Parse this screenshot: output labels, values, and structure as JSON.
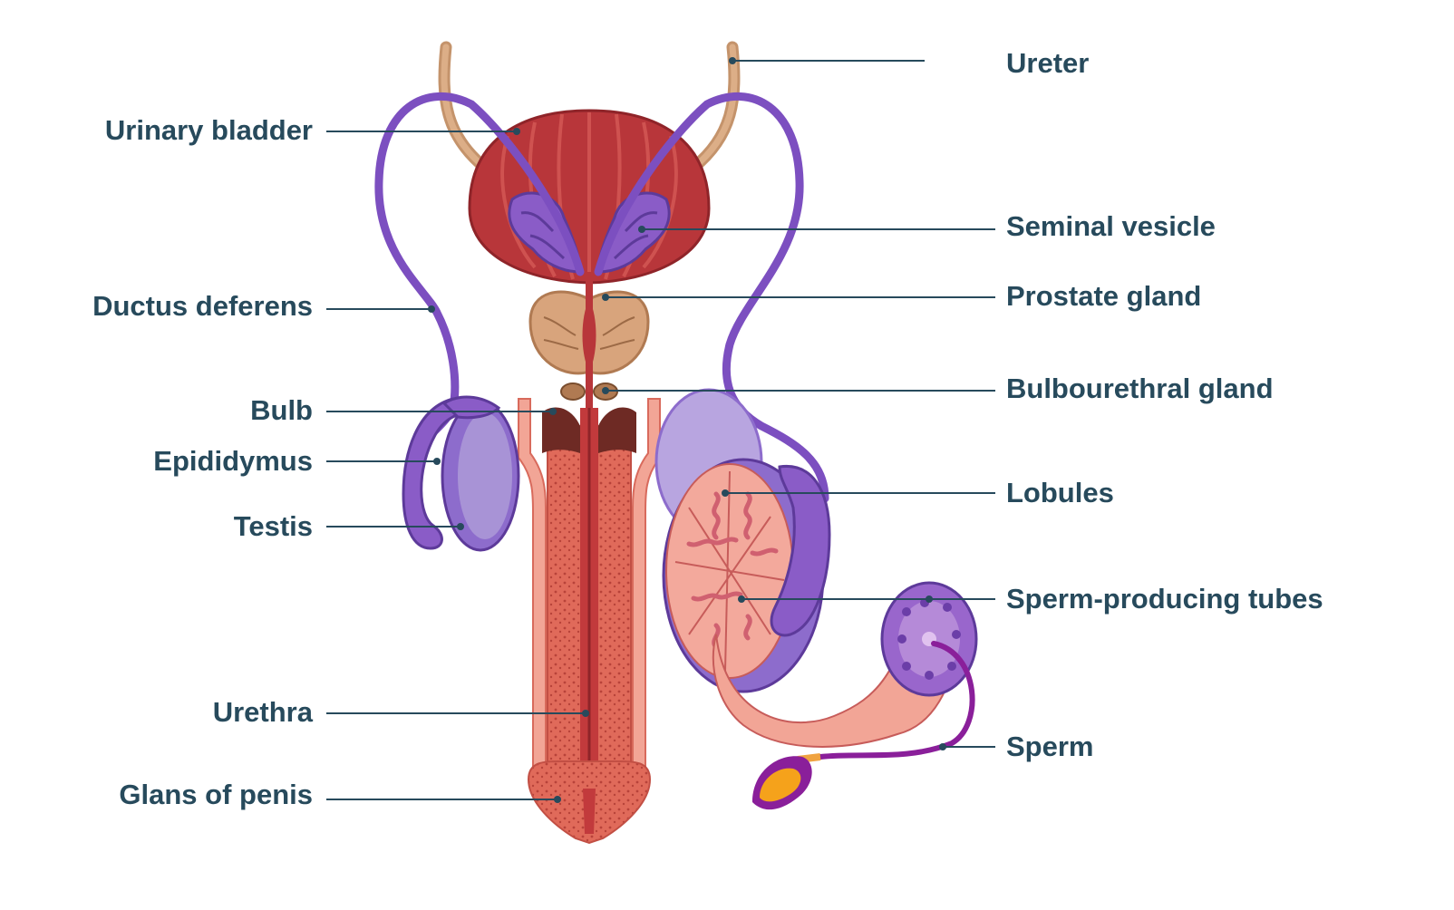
{
  "diagram": {
    "labels_left": {
      "urinary_bladder": "Urinary bladder",
      "ductus_deferens": "Ductus deferens",
      "bulb": "Bulb",
      "epididymus": "Epididymus",
      "testis": "Testis",
      "urethra": "Urethra",
      "glans_of_penis": "Glans of penis"
    },
    "labels_right": {
      "ureter": "Ureter",
      "seminal_vesicle": "Seminal vesicle",
      "prostate_gland": "Prostate gland",
      "bulbourethral_gland": "Bulbourethral gland",
      "lobules": "Lobules",
      "sperm_producing_tubes": "Sperm-producing tubes",
      "sperm": "Sperm"
    },
    "colors": {
      "label_text": "#274a5c",
      "leader_line": "#274a5c",
      "bladder": "#b8363a",
      "bladder_dark": "#8f2429",
      "vas": "#7c4fc0",
      "vesicle": "#8a5cc7",
      "ureter": "#d4a27a",
      "prostate": "#d8a47c",
      "penis": "#e4705f",
      "penis_light": "#f2a596",
      "testis": "#8d6ccc",
      "testis_light": "#a893d6",
      "lobule_bg": "#f3a99c",
      "lobule_inner": "#d06070",
      "tube_cut": "#9966cc",
      "sperm_head": "#f5a21b",
      "sperm_tail": "#8a1f9a"
    }
  }
}
